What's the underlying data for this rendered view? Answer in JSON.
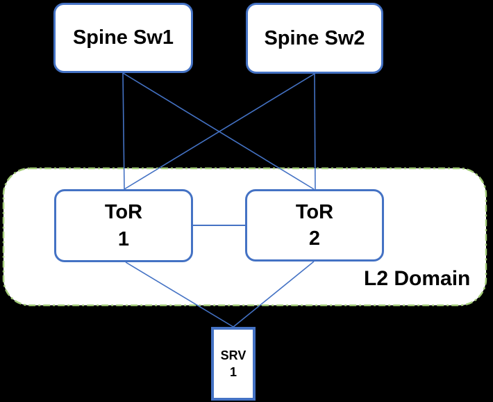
{
  "diagram": {
    "background_color": "#000000",
    "colors": {
      "node_border": "#4472c4",
      "node_fill": "#ffffff",
      "connector": "#4472c4",
      "domain_border": "#a3cc78",
      "label_text": "#000000"
    },
    "nodes": [
      {
        "id": "spine-sw1",
        "label": "Spine Sw1"
      },
      {
        "id": "spine-sw2",
        "label": "Spine Sw2"
      },
      {
        "id": "tor-1",
        "label": "ToR\n1"
      },
      {
        "id": "tor-2",
        "label": "ToR\n2"
      },
      {
        "id": "srv-1",
        "label": "SRV\n1"
      }
    ],
    "domain": {
      "label": "L2 Domain"
    },
    "edges": [
      {
        "from": "spine-sw1",
        "to": "tor-1"
      },
      {
        "from": "spine-sw1",
        "to": "tor-2"
      },
      {
        "from": "spine-sw2",
        "to": "tor-1"
      },
      {
        "from": "spine-sw2",
        "to": "tor-2"
      },
      {
        "from": "tor-1",
        "to": "tor-2"
      },
      {
        "from": "tor-1",
        "to": "srv-1"
      },
      {
        "from": "tor-2",
        "to": "srv-1"
      }
    ]
  }
}
